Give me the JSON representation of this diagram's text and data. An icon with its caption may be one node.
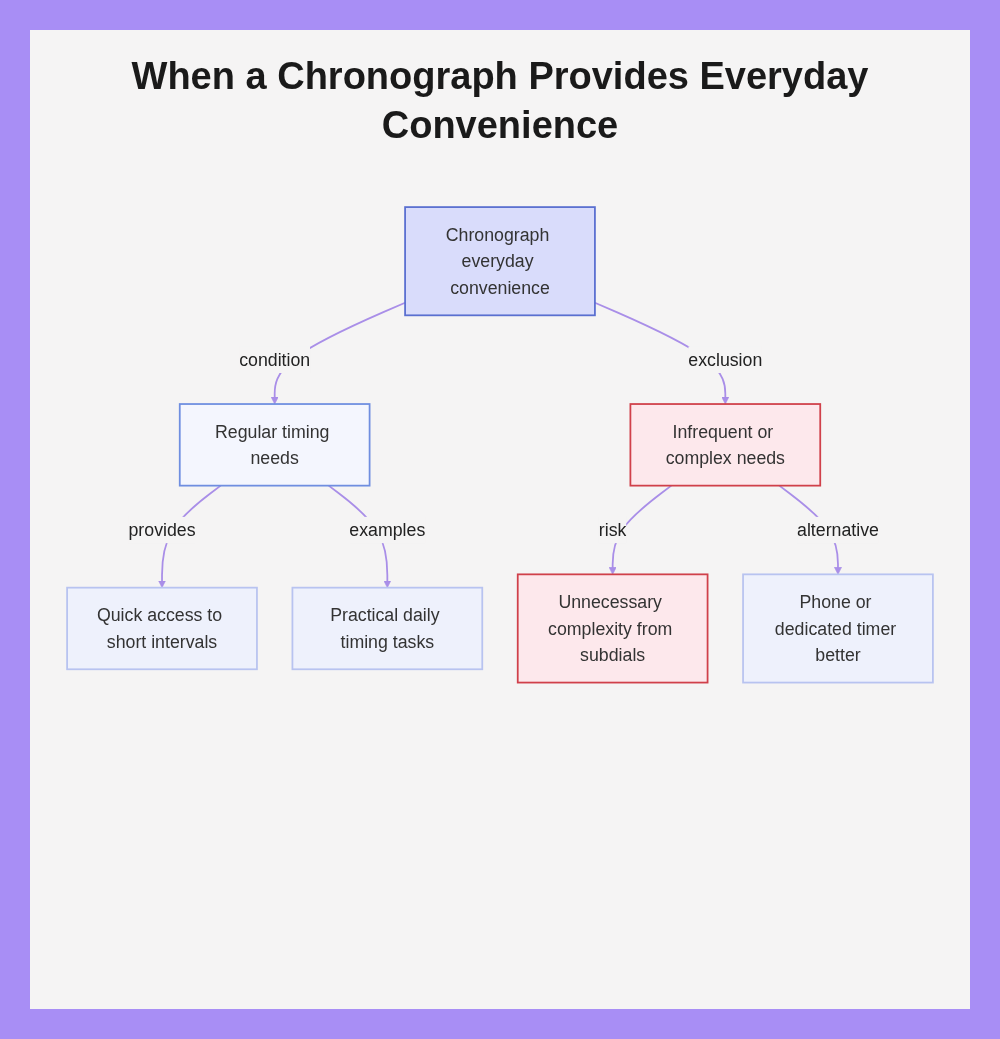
{
  "diagram": {
    "title": "When a Chronograph Provides Everyday Convenience",
    "nodes": [
      {
        "text": [
          "Chronograph everyday convenience"
        ]
      },
      {
        "text": [
          "Regular timing needs"
        ]
      },
      {
        "text": [
          "Infrequent or complex needs"
        ]
      },
      {
        "text": [
          "Quick access to short intervals"
        ]
      },
      {
        "text": [
          "Practical daily timing tasks"
        ]
      },
      {
        "text": [
          "Unnecessary complexity from subdials"
        ]
      },
      {
        "text": [
          "Phone or dedicated timer better"
        ]
      }
    ],
    "edges": [
      {
        "from": 0,
        "to": 1,
        "arrow": "to",
        "label": "condition"
      },
      {
        "from": 0,
        "to": 2,
        "arrow": "to",
        "label": "exclusion"
      },
      {
        "from": 1,
        "to": 3,
        "arrow": "to",
        "label": "provides"
      },
      {
        "from": 1,
        "to": 4,
        "arrow": "to",
        "label": "examples"
      },
      {
        "from": 2,
        "to": 5,
        "arrow": "to",
        "label": "risk"
      },
      {
        "from": 2,
        "to": 6,
        "arrow": "to",
        "label": "alternative"
      }
    ]
  }
}
